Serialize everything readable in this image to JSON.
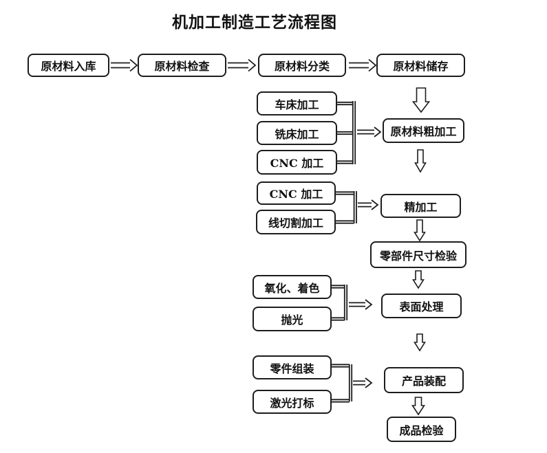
{
  "title": "机加工制造工艺流程图",
  "nodes": {
    "raw_in": "原材料入库",
    "raw_check": "原材料检查",
    "raw_sort": "原材料分类",
    "raw_store": "原材料储存",
    "lathe": "车床加工",
    "mill": "铣床加工",
    "cnc_rough": "CNC 加工",
    "rough": "原材料粗加工",
    "cnc_fine": "CNC 加工",
    "wire_cut": "线切割加工",
    "fine": "精加工",
    "dim_inspect": "零部件尺寸检验",
    "oxidize": "氧化、着色",
    "polish": "抛光",
    "surface": "表面处理",
    "parts_asm": "零件组装",
    "laser_mark": "激光打标",
    "product_asm": "产品装配",
    "final_inspect": "成品检验"
  },
  "colors": {
    "line": "#1c1c1c",
    "box_fill": "#ffffff",
    "background": "#ffffff"
  }
}
